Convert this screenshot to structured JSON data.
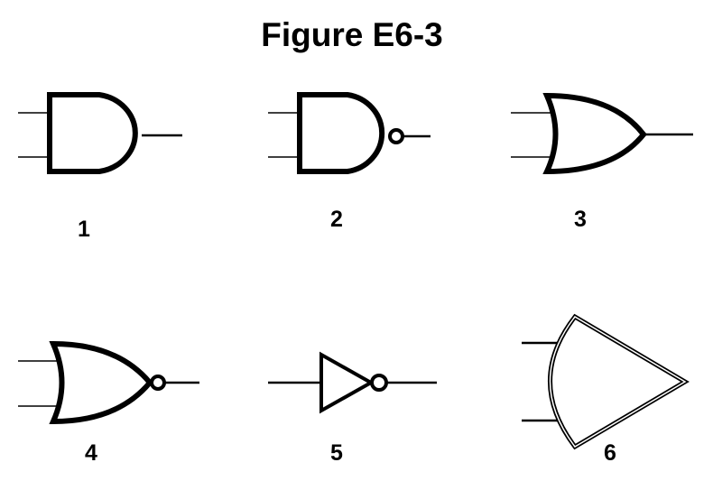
{
  "figure": {
    "title": "Figure E6-3",
    "gates": [
      {
        "label": "1",
        "symbol": "and-gate"
      },
      {
        "label": "2",
        "symbol": "nand-gate"
      },
      {
        "label": "3",
        "symbol": "or-gate"
      },
      {
        "label": "4",
        "symbol": "nor-gate"
      },
      {
        "label": "5",
        "symbol": "not-gate"
      },
      {
        "label": "6",
        "symbol": "irregular-gate"
      }
    ],
    "colors": {
      "stroke": "#000000",
      "background": "#ffffff"
    }
  }
}
